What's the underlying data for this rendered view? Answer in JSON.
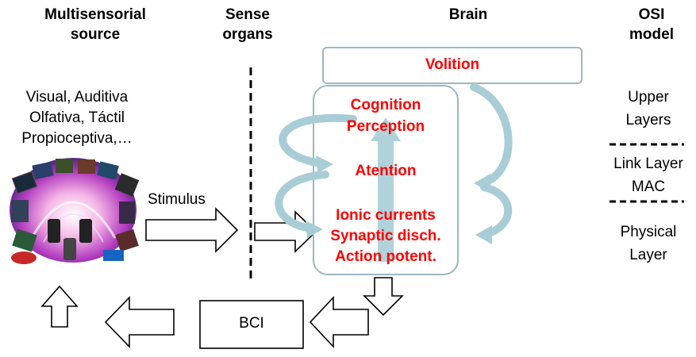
{
  "headers": {
    "source_line1": "Multisensorial",
    "source_line2": "source",
    "sense_line1": "Sense",
    "sense_line2": "organs",
    "brain": "Brain",
    "osi_line1": "OSI",
    "osi_line2": "model"
  },
  "source": {
    "line1": "Visual, Auditiva",
    "line2": "Olfativa, Táctil",
    "line3": "Propioceptiva,…",
    "image": "multisensory-devices-collage"
  },
  "stimulus_label": "Stimulus",
  "brain": {
    "volition": "Volition",
    "cognition": "Cognition",
    "perception": "Perception",
    "attention": "Atention",
    "ionic": "Ionic currents",
    "synaptic": "Synaptic disch.",
    "action": "Action potent."
  },
  "osi": {
    "upper1": "Upper",
    "upper2": "Layers",
    "link1": "Link Layer",
    "link2": "MAC",
    "phys1": "Physical",
    "phys2": "Layer"
  },
  "bci_label": "BCI",
  "colors": {
    "accent_red": "#ff0000",
    "box_border": "#9ab8c2",
    "curved_arrow": "#a9cdd6",
    "arrow_outline": "#000000"
  }
}
